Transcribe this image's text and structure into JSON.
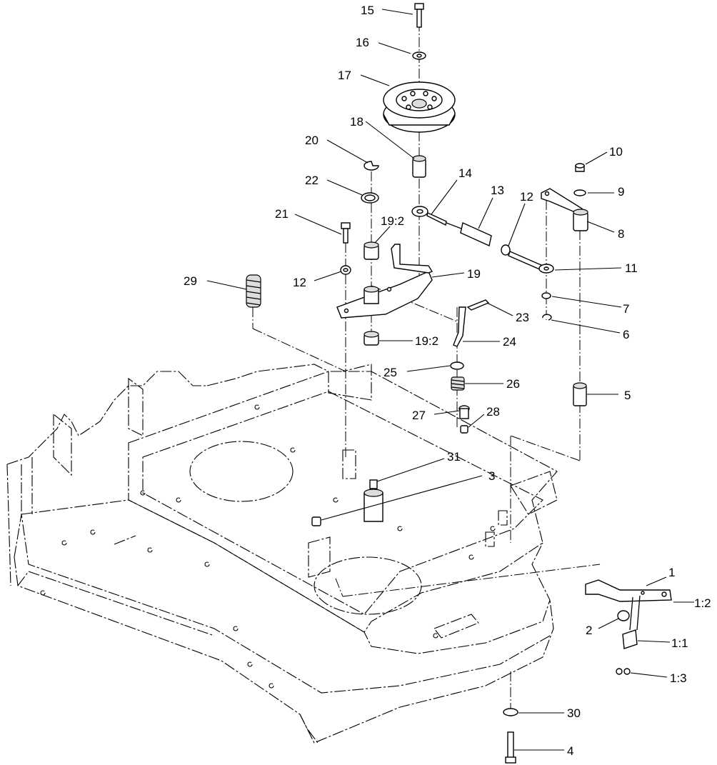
{
  "callouts": [
    {
      "id": "c15",
      "text": "15"
    },
    {
      "id": "c16",
      "text": "16"
    },
    {
      "id": "c17",
      "text": "17"
    },
    {
      "id": "c18",
      "text": "18"
    },
    {
      "id": "c20",
      "text": "20"
    },
    {
      "id": "c22",
      "text": "22"
    },
    {
      "id": "c14",
      "text": "14"
    },
    {
      "id": "c13",
      "text": "13"
    },
    {
      "id": "c12a",
      "text": "12"
    },
    {
      "id": "c10",
      "text": "10"
    },
    {
      "id": "c9",
      "text": "9"
    },
    {
      "id": "c8",
      "text": "8"
    },
    {
      "id": "c21",
      "text": "21"
    },
    {
      "id": "c19_2a",
      "text": "19:2"
    },
    {
      "id": "c11",
      "text": "11"
    },
    {
      "id": "c29",
      "text": "29"
    },
    {
      "id": "c12b",
      "text": "12"
    },
    {
      "id": "c19",
      "text": "19"
    },
    {
      "id": "c7",
      "text": "7"
    },
    {
      "id": "c23",
      "text": "23"
    },
    {
      "id": "c6",
      "text": "6"
    },
    {
      "id": "c19_2b",
      "text": "19:2"
    },
    {
      "id": "c24",
      "text": "24"
    },
    {
      "id": "c25",
      "text": "25"
    },
    {
      "id": "c26",
      "text": "26"
    },
    {
      "id": "c5",
      "text": "5"
    },
    {
      "id": "c27",
      "text": "27"
    },
    {
      "id": "c28",
      "text": "28"
    },
    {
      "id": "c31",
      "text": "31"
    },
    {
      "id": "c3",
      "text": "3"
    },
    {
      "id": "c1",
      "text": "1"
    },
    {
      "id": "c1_2",
      "text": "1:2"
    },
    {
      "id": "c2",
      "text": "2"
    },
    {
      "id": "c1_1",
      "text": "1:1"
    },
    {
      "id": "c1_3",
      "text": "1:3"
    },
    {
      "id": "c30",
      "text": "30"
    },
    {
      "id": "c4",
      "text": "4"
    }
  ]
}
